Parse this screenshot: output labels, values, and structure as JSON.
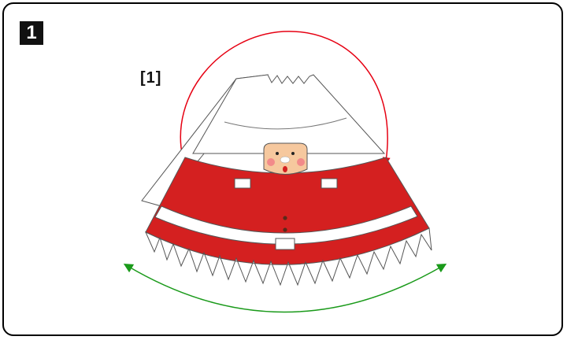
{
  "step": {
    "number": "1"
  },
  "sub_step": {
    "label": "[1]"
  },
  "colors": {
    "frame": "#000000",
    "coat_red": "#d42020",
    "trim_white": "#ffffff",
    "outline": "#555555",
    "face": "#f6c89e",
    "cheek": "#f28a8a",
    "button_dark": "#5a2a1a",
    "arrow_red": "#e60012",
    "arrow_green": "#1a9a1a"
  },
  "icons": {
    "top_arrow": "curved-arrow-red",
    "bottom_arrow": "double-headed-arrow-green"
  }
}
